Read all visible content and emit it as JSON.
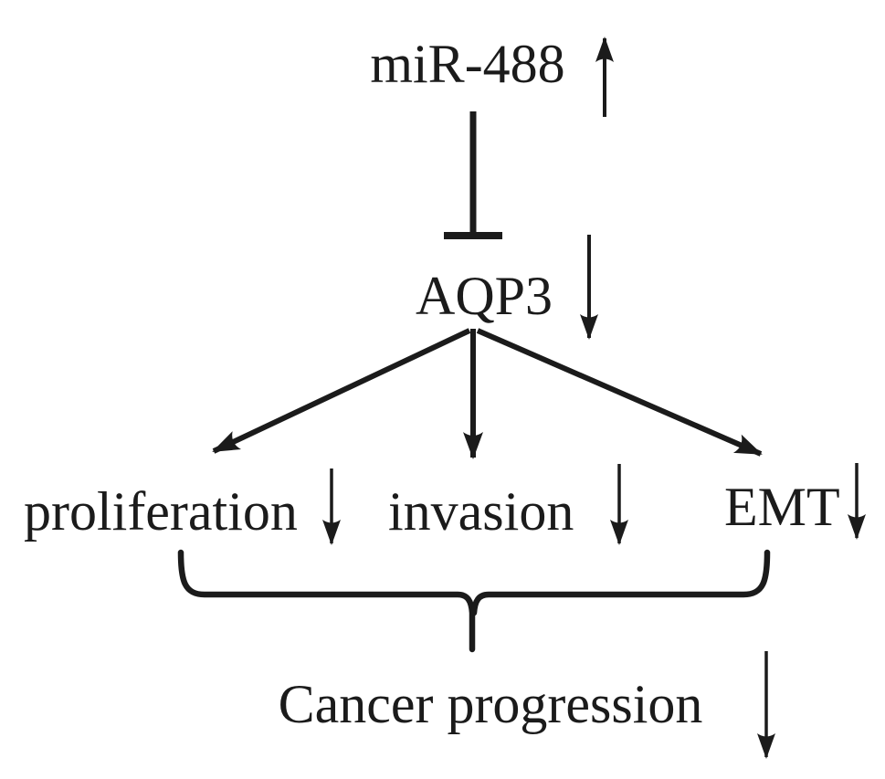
{
  "canvas": {
    "background": "#ffffff",
    "ink": "#1b1b1b"
  },
  "nodes": {
    "mir488": {
      "label": "miR-488",
      "trend": "up"
    },
    "aqp3": {
      "label": "AQP3",
      "trend": "down"
    },
    "proliferation": {
      "label": "proliferation",
      "trend": "down"
    },
    "invasion": {
      "label": "invasion",
      "trend": "down"
    },
    "emt": {
      "label": "EMT",
      "trend": "down"
    },
    "cancer_progression": {
      "label": "Cancer progression",
      "trend": "down"
    }
  },
  "relations": [
    {
      "from": "mir488",
      "to": "aqp3",
      "type": "inhibition"
    },
    {
      "from": "aqp3",
      "to": "proliferation",
      "type": "arrow"
    },
    {
      "from": "aqp3",
      "to": "invasion",
      "type": "arrow"
    },
    {
      "from": "aqp3",
      "to": "emt",
      "type": "arrow"
    },
    {
      "from": "proliferation, invasion, emt",
      "to": "cancer_progression",
      "type": "brace"
    }
  ]
}
